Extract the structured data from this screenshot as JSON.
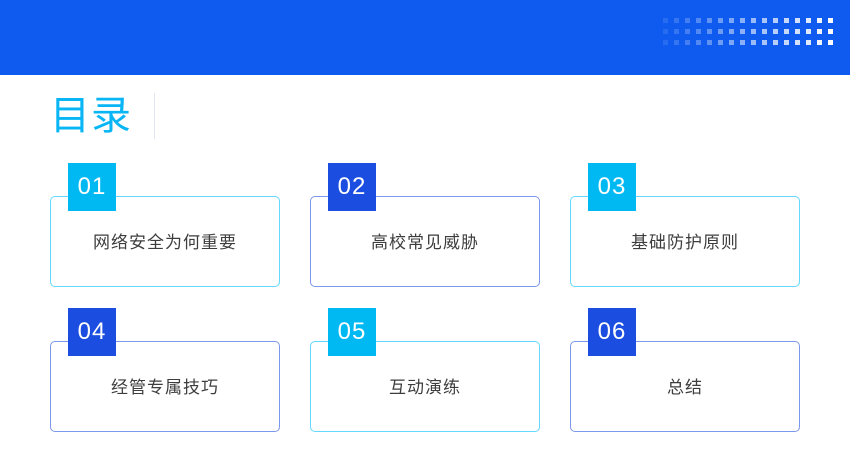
{
  "header": {
    "background_color": "#0f5bef",
    "decoration": {
      "name": "dot-grid",
      "rows": 3,
      "columns": 16,
      "dot_color": "#ffffff",
      "opacities": [
        0.1,
        0.16,
        0.22,
        0.28,
        0.34,
        0.4,
        0.46,
        0.52,
        0.58,
        0.64,
        0.7,
        0.76,
        0.82,
        0.88,
        0.94,
        1.0
      ]
    }
  },
  "title": {
    "text": "目录",
    "color": "#08b5f5"
  },
  "colors": {
    "cyan_accent": "#00b9f2",
    "cyan_border": "#64d8ff",
    "blue_accent": "#1b4ee0",
    "blue_border": "#7d97ea",
    "header_blue": "#0f5bef",
    "label_text": "#3d3d3d"
  },
  "cards": [
    {
      "number": "01",
      "label": "网络安全为何重要",
      "accent": "cyan"
    },
    {
      "number": "02",
      "label": "高校常见威胁",
      "accent": "blue"
    },
    {
      "number": "03",
      "label": "基础防护原则",
      "accent": "cyan"
    },
    {
      "number": "04",
      "label": "经管专属技巧",
      "accent": "blue"
    },
    {
      "number": "05",
      "label": "互动演练",
      "accent": "cyan"
    },
    {
      "number": "06",
      "label": "总结",
      "accent": "blue"
    }
  ]
}
